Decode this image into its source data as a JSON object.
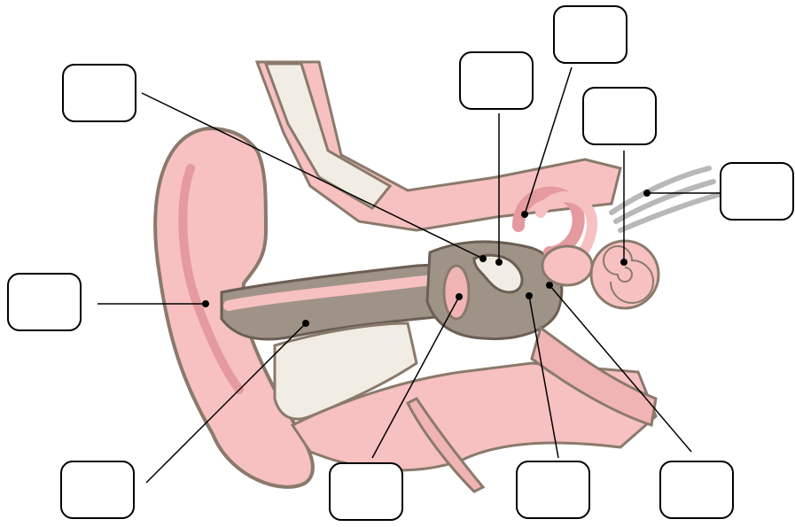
{
  "diagram": {
    "image_alt": "",
    "label_boxes": [
      {
        "id": "box-1",
        "text": ""
      },
      {
        "id": "box-2",
        "text": ""
      },
      {
        "id": "box-3",
        "text": ""
      },
      {
        "id": "box-4",
        "text": ""
      },
      {
        "id": "box-5",
        "text": ""
      },
      {
        "id": "box-6",
        "text": ""
      },
      {
        "id": "box-7",
        "text": ""
      },
      {
        "id": "box-8",
        "text": ""
      },
      {
        "id": "box-9",
        "text": ""
      },
      {
        "id": "box-10",
        "text": ""
      },
      {
        "id": "box-11",
        "text": ""
      }
    ]
  },
  "colors": {
    "skin": "#f7c1c1",
    "skin_dark": "#e59aa0",
    "bone": "#f2ede4",
    "bone_dark": "#8a7a6c",
    "cartilage": "#c9b8a8",
    "cavity": "#9f9388",
    "nerve": "#b8b8b8",
    "line": "#000000"
  }
}
